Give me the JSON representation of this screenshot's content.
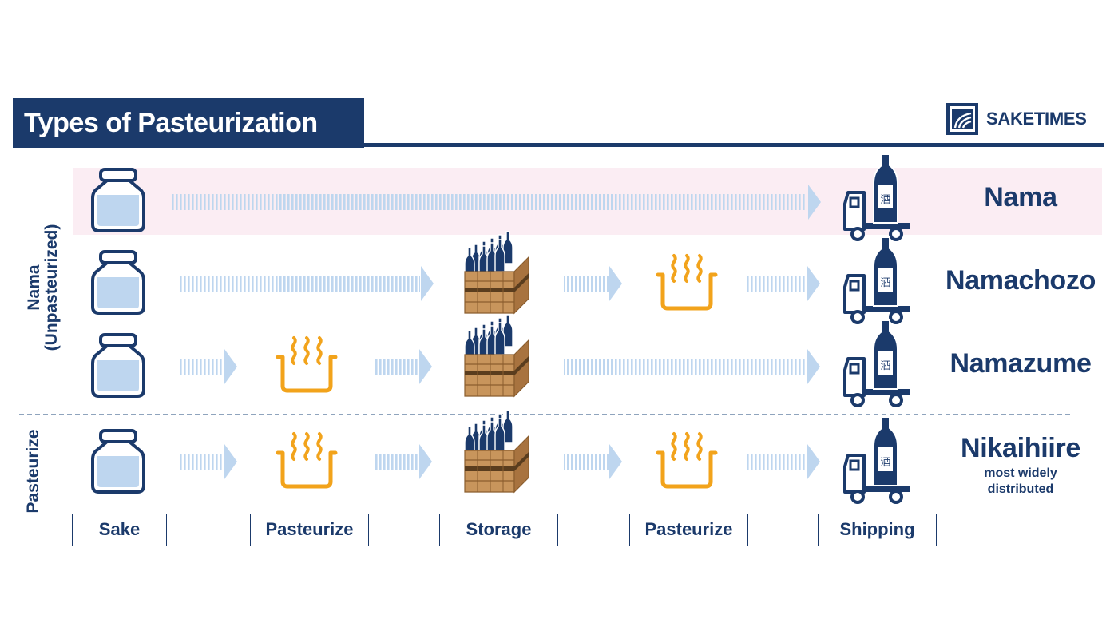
{
  "header": {
    "title": "Types of  Pasteurization",
    "brand": "SAKETIMES"
  },
  "groups": {
    "nama_line1": "Nama",
    "nama_line2": "(Unpasteurized)",
    "pasteurize": "Pasteurize"
  },
  "types": [
    {
      "name": "Nama"
    },
    {
      "name": "Namachozo"
    },
    {
      "name": "Namazume"
    },
    {
      "name": "Nikaihiire",
      "note_line1": "most widely",
      "note_line2": "distributed"
    }
  ],
  "stages": [
    "Sake",
    "Pasteurize",
    "Storage",
    "Pasteurize",
    "Shipping"
  ],
  "icons": {
    "bottle_label": "酒",
    "tank": "sake-tank-icon",
    "heat": "heating-pot-icon",
    "storage": "bottle-crate-icon",
    "shipping": "delivery-truck-icon",
    "arrow": "dotted-arrow-icon"
  },
  "colors": {
    "navy": "#1b3a6b",
    "light_blue": "#bed6ef",
    "orange": "#f2a31b",
    "pink_band": "#fbedf3",
    "wood": "#c8955c"
  }
}
